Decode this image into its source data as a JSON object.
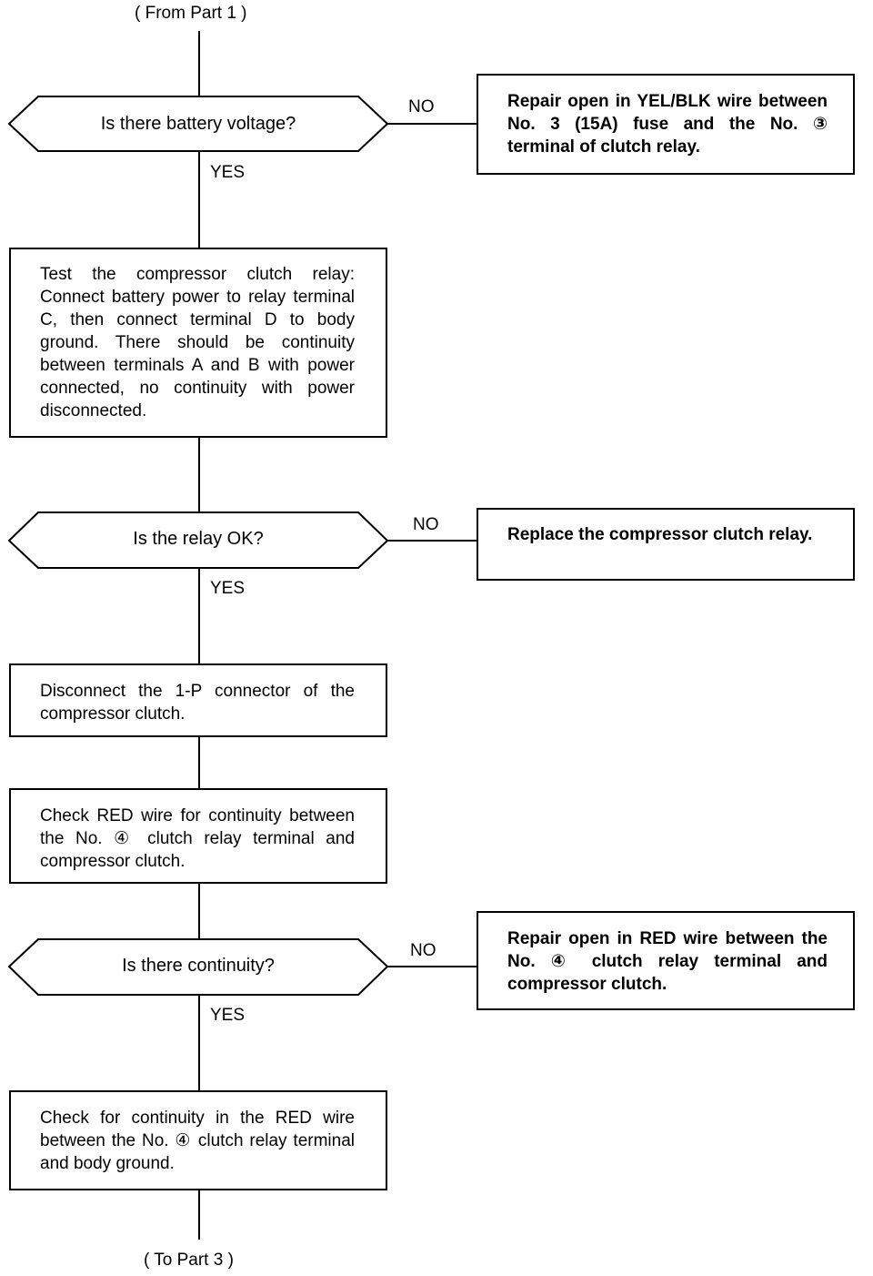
{
  "from_label": "( From Part 1 )",
  "to_label": "( To Part 3 )",
  "labels": {
    "yes": "YES",
    "no": "NO"
  },
  "decisions": [
    {
      "question": "Is there battery voltage?",
      "no_action": "Repair open in YEL/BLK wire between No. 3 (15A) fuse and the No. ③ terminal of clutch relay."
    },
    {
      "question": "Is the relay OK?",
      "no_action": "Replace the compressor clutch relay."
    },
    {
      "question": "Is there continuity?",
      "no_action": "Repair open in RED wire between the No. ④ clutch relay terminal and compressor clutch."
    }
  ],
  "steps": [
    "Test the compressor clutch relay: Connect battery power to relay terminal C, then connect terminal D to body ground. There should be continuity between terminals A and B with power connected, no continuity with power disconnected.",
    "Disconnect the 1-P connector of the compressor clutch.",
    "Check RED wire for continuity between the No. ④ clutch relay terminal and compressor clutch.",
    "Check for continuity in the RED wire between the No. ④ clutch relay terminal and body ground."
  ]
}
